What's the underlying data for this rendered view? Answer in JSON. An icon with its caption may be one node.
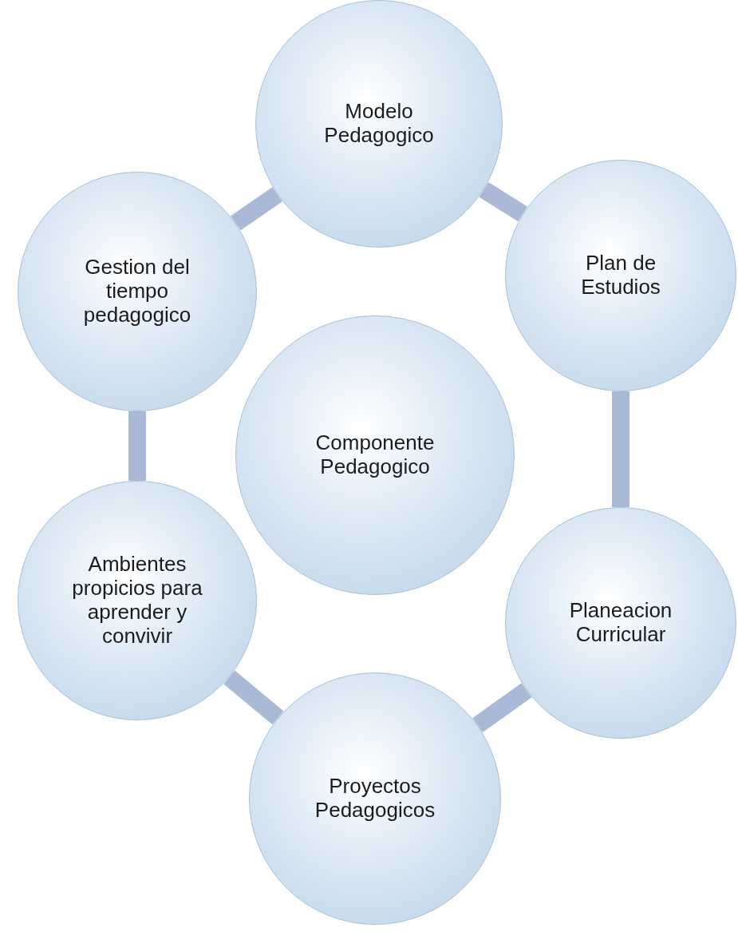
{
  "diagram": {
    "nodes": [
      {
        "text": [
          "Modelo Pedagogico"
        ]
      },
      {
        "text": [
          "Gestion del tiempo pedagogico"
        ]
      },
      {
        "text": [
          "Plan de Estudios"
        ]
      },
      {
        "text": [
          "Componente Pedagogico"
        ]
      },
      {
        "text": [
          "Ambientes propicios para aprender y convivir"
        ]
      },
      {
        "text": [
          "Planeacion Curricular"
        ]
      },
      {
        "text": [
          "Proyectos Pedagogicos"
        ]
      }
    ],
    "edges": [
      {
        "from": 0,
        "to": 2,
        "arrow": "none"
      },
      {
        "from": 2,
        "to": 5,
        "arrow": "none"
      },
      {
        "from": 5,
        "to": 6,
        "arrow": "none"
      },
      {
        "from": 6,
        "to": 4,
        "arrow": "none"
      },
      {
        "from": 4,
        "to": 1,
        "arrow": "none"
      },
      {
        "from": 1,
        "to": 0,
        "arrow": "none"
      }
    ]
  }
}
